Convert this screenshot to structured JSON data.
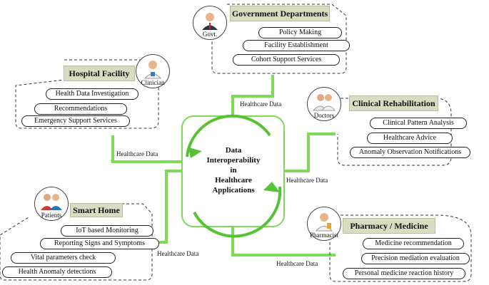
{
  "center": {
    "lines": [
      "Data",
      "Interoperability",
      "in",
      "Healthcare",
      "Applications"
    ]
  },
  "flow_label": "Healthcare Data",
  "government": {
    "title": "Government Departments",
    "icon_label": "Govt.",
    "items": [
      "Policy Making",
      "Facility Establishment",
      "Cohort Support Services"
    ]
  },
  "hospital": {
    "title": "Hospital Facility",
    "icon_label": "Clinician",
    "items": [
      "Health Data Investigation",
      "Recommendations",
      "Emergency Support Services"
    ]
  },
  "clinical": {
    "title": "Clinical Rehabilitation",
    "icon_label": "Doctors",
    "items": [
      "Clinical Pattern Analysis",
      "Healthcare Advice",
      "Anomaly Observation Notifications"
    ]
  },
  "smarthome": {
    "title": "Smart Home",
    "icon_label": "Patients",
    "items": [
      "IoT based Monitoring",
      "Reporting Signs and Symptoms",
      "Vital parameters check",
      "Health Anomaly detections"
    ]
  },
  "pharmacy": {
    "title": "Pharmacy  / Medicine",
    "icon_label": "Pharmacist",
    "items": [
      "Medicine recommendation",
      "Precision mediation evaluation",
      "Personal medicine reaction history"
    ]
  },
  "colors": {
    "connector": "#7ed957",
    "title_bg": "#d8dcc0",
    "cycle": "#57c236"
  }
}
